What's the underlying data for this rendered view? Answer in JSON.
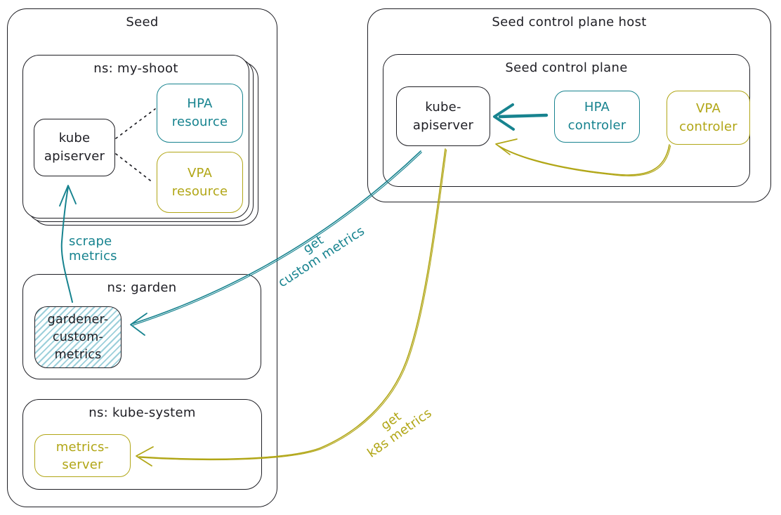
{
  "colors": {
    "ink": "#1e1e24",
    "teal": "#17838f",
    "olive": "#b1a616",
    "hatch": "#9ccfda"
  },
  "left": {
    "title": "Seed",
    "my_shoot": {
      "title": "ns: my-shoot",
      "kube_apiserver": {
        "line1": "kube",
        "line2": "apiserver"
      },
      "hpa_resource": {
        "line1": "HPA",
        "line2": "resource"
      },
      "vpa_resource": {
        "line1": "VPA",
        "line2": "resource"
      }
    },
    "garden": {
      "title": "ns: garden",
      "gardener_custom_metrics": {
        "line1": "gardener-",
        "line2": "custom-",
        "line3": "metrics"
      }
    },
    "kube_system": {
      "title": "ns: kube-system",
      "metrics_server": {
        "line1": "metrics-",
        "line2": "server"
      }
    }
  },
  "right": {
    "title": "Seed control plane host",
    "control_plane": {
      "title": "Seed control plane",
      "kube_apiserver": {
        "line1": "kube-",
        "line2": "apiserver"
      },
      "hpa_controller": {
        "line1": "HPA",
        "line2": "controler"
      },
      "vpa_controller": {
        "line1": "VPA",
        "line2": "controler"
      }
    }
  },
  "edges": {
    "scrape_metrics": {
      "line1": "scrape",
      "line2": "metrics"
    },
    "get_custom_metrics": {
      "line1": "get",
      "line2": "custom metrics"
    },
    "get_k8s_metrics": {
      "line1": "get",
      "line2": "k8s metrics"
    }
  }
}
